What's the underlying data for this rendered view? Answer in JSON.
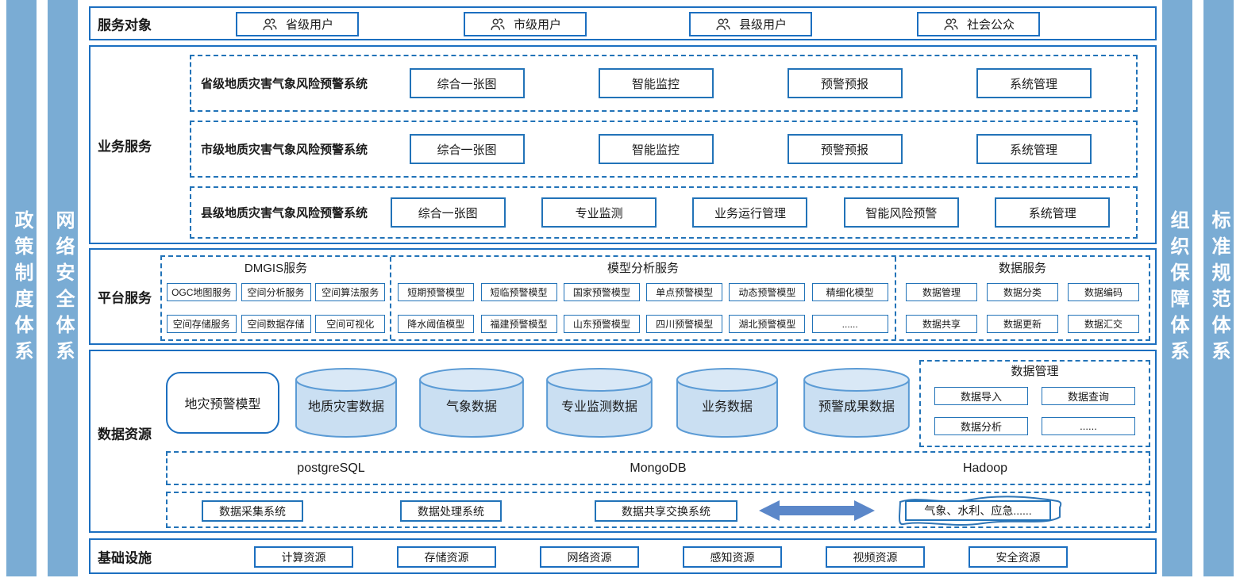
{
  "colors": {
    "accent": "#1c6fc0",
    "dashed_blue": "#2273b8",
    "sidebar_fill": "#7aacd4",
    "cylinder_fill": "#cadff2",
    "cylinder_top": "#d9e8f6",
    "cylinder_stroke": "#5b9bd5",
    "arrow_fill": "#5b87c9"
  },
  "sidebars": {
    "left": [
      "政策制度体系",
      "网络安全体系"
    ],
    "right": [
      "组织保障体系",
      "标准规范体系"
    ]
  },
  "service_targets": {
    "title": "服务对象",
    "users": [
      "省级用户",
      "市级用户",
      "县级用户",
      "社会公众"
    ]
  },
  "business_services": {
    "title": "业务服务",
    "systems": [
      {
        "name": "省级地质灾害气象风险预警系统",
        "modules": [
          "综合一张图",
          "智能监控",
          "预警预报",
          "系统管理"
        ]
      },
      {
        "name": "市级地质灾害气象风险预警系统",
        "modules": [
          "综合一张图",
          "智能监控",
          "预警预报",
          "系统管理"
        ]
      },
      {
        "name": "县级地质灾害气象风险预警系统",
        "modules": [
          "综合一张图",
          "专业监测",
          "业务运行管理",
          "智能风险预警",
          "系统管理"
        ]
      }
    ]
  },
  "platform_services": {
    "title": "平台服务",
    "groups": [
      {
        "name": "DMGIS服务",
        "rows": [
          [
            "OGC地图服务",
            "空间分析服务",
            "空间算法服务"
          ],
          [
            "空间存储服务",
            "空间数据存储",
            "空间可视化"
          ]
        ]
      },
      {
        "name": "模型分析服务",
        "rows": [
          [
            "短期预警模型",
            "短临预警模型",
            "国家预警模型",
            "单点预警模型",
            "动态预警模型",
            "精细化模型"
          ],
          [
            "降水阈值模型",
            "福建预警模型",
            "山东预警模型",
            "四川预警模型",
            "湖北预警模型",
            "......"
          ]
        ]
      },
      {
        "name": "数据服务",
        "rows": [
          [
            "数据管理",
            "数据分类",
            "数据编码"
          ],
          [
            "数据共享",
            "数据更新",
            "数据汇交"
          ]
        ]
      }
    ]
  },
  "data_resources": {
    "title": "数据资源",
    "model_box": "地灾预警模型",
    "cylinders": [
      "地质灾害数据",
      "气象数据",
      "专业监测数据",
      "业务数据",
      "预警成果数据"
    ],
    "data_management": {
      "name": "数据管理",
      "items": [
        "数据导入",
        "数据查询",
        "数据分析",
        "......"
      ]
    },
    "databases": [
      "postgreSQL",
      "MongoDB",
      "Hadoop"
    ],
    "systems": [
      "数据采集系统",
      "数据处理系统",
      "数据共享交换系统"
    ],
    "external": "气象、水利、应急......"
  },
  "infrastructure": {
    "title": "基础设施",
    "items": [
      "计算资源",
      "存储资源",
      "网络资源",
      "感知资源",
      "视频资源",
      "安全资源"
    ]
  }
}
